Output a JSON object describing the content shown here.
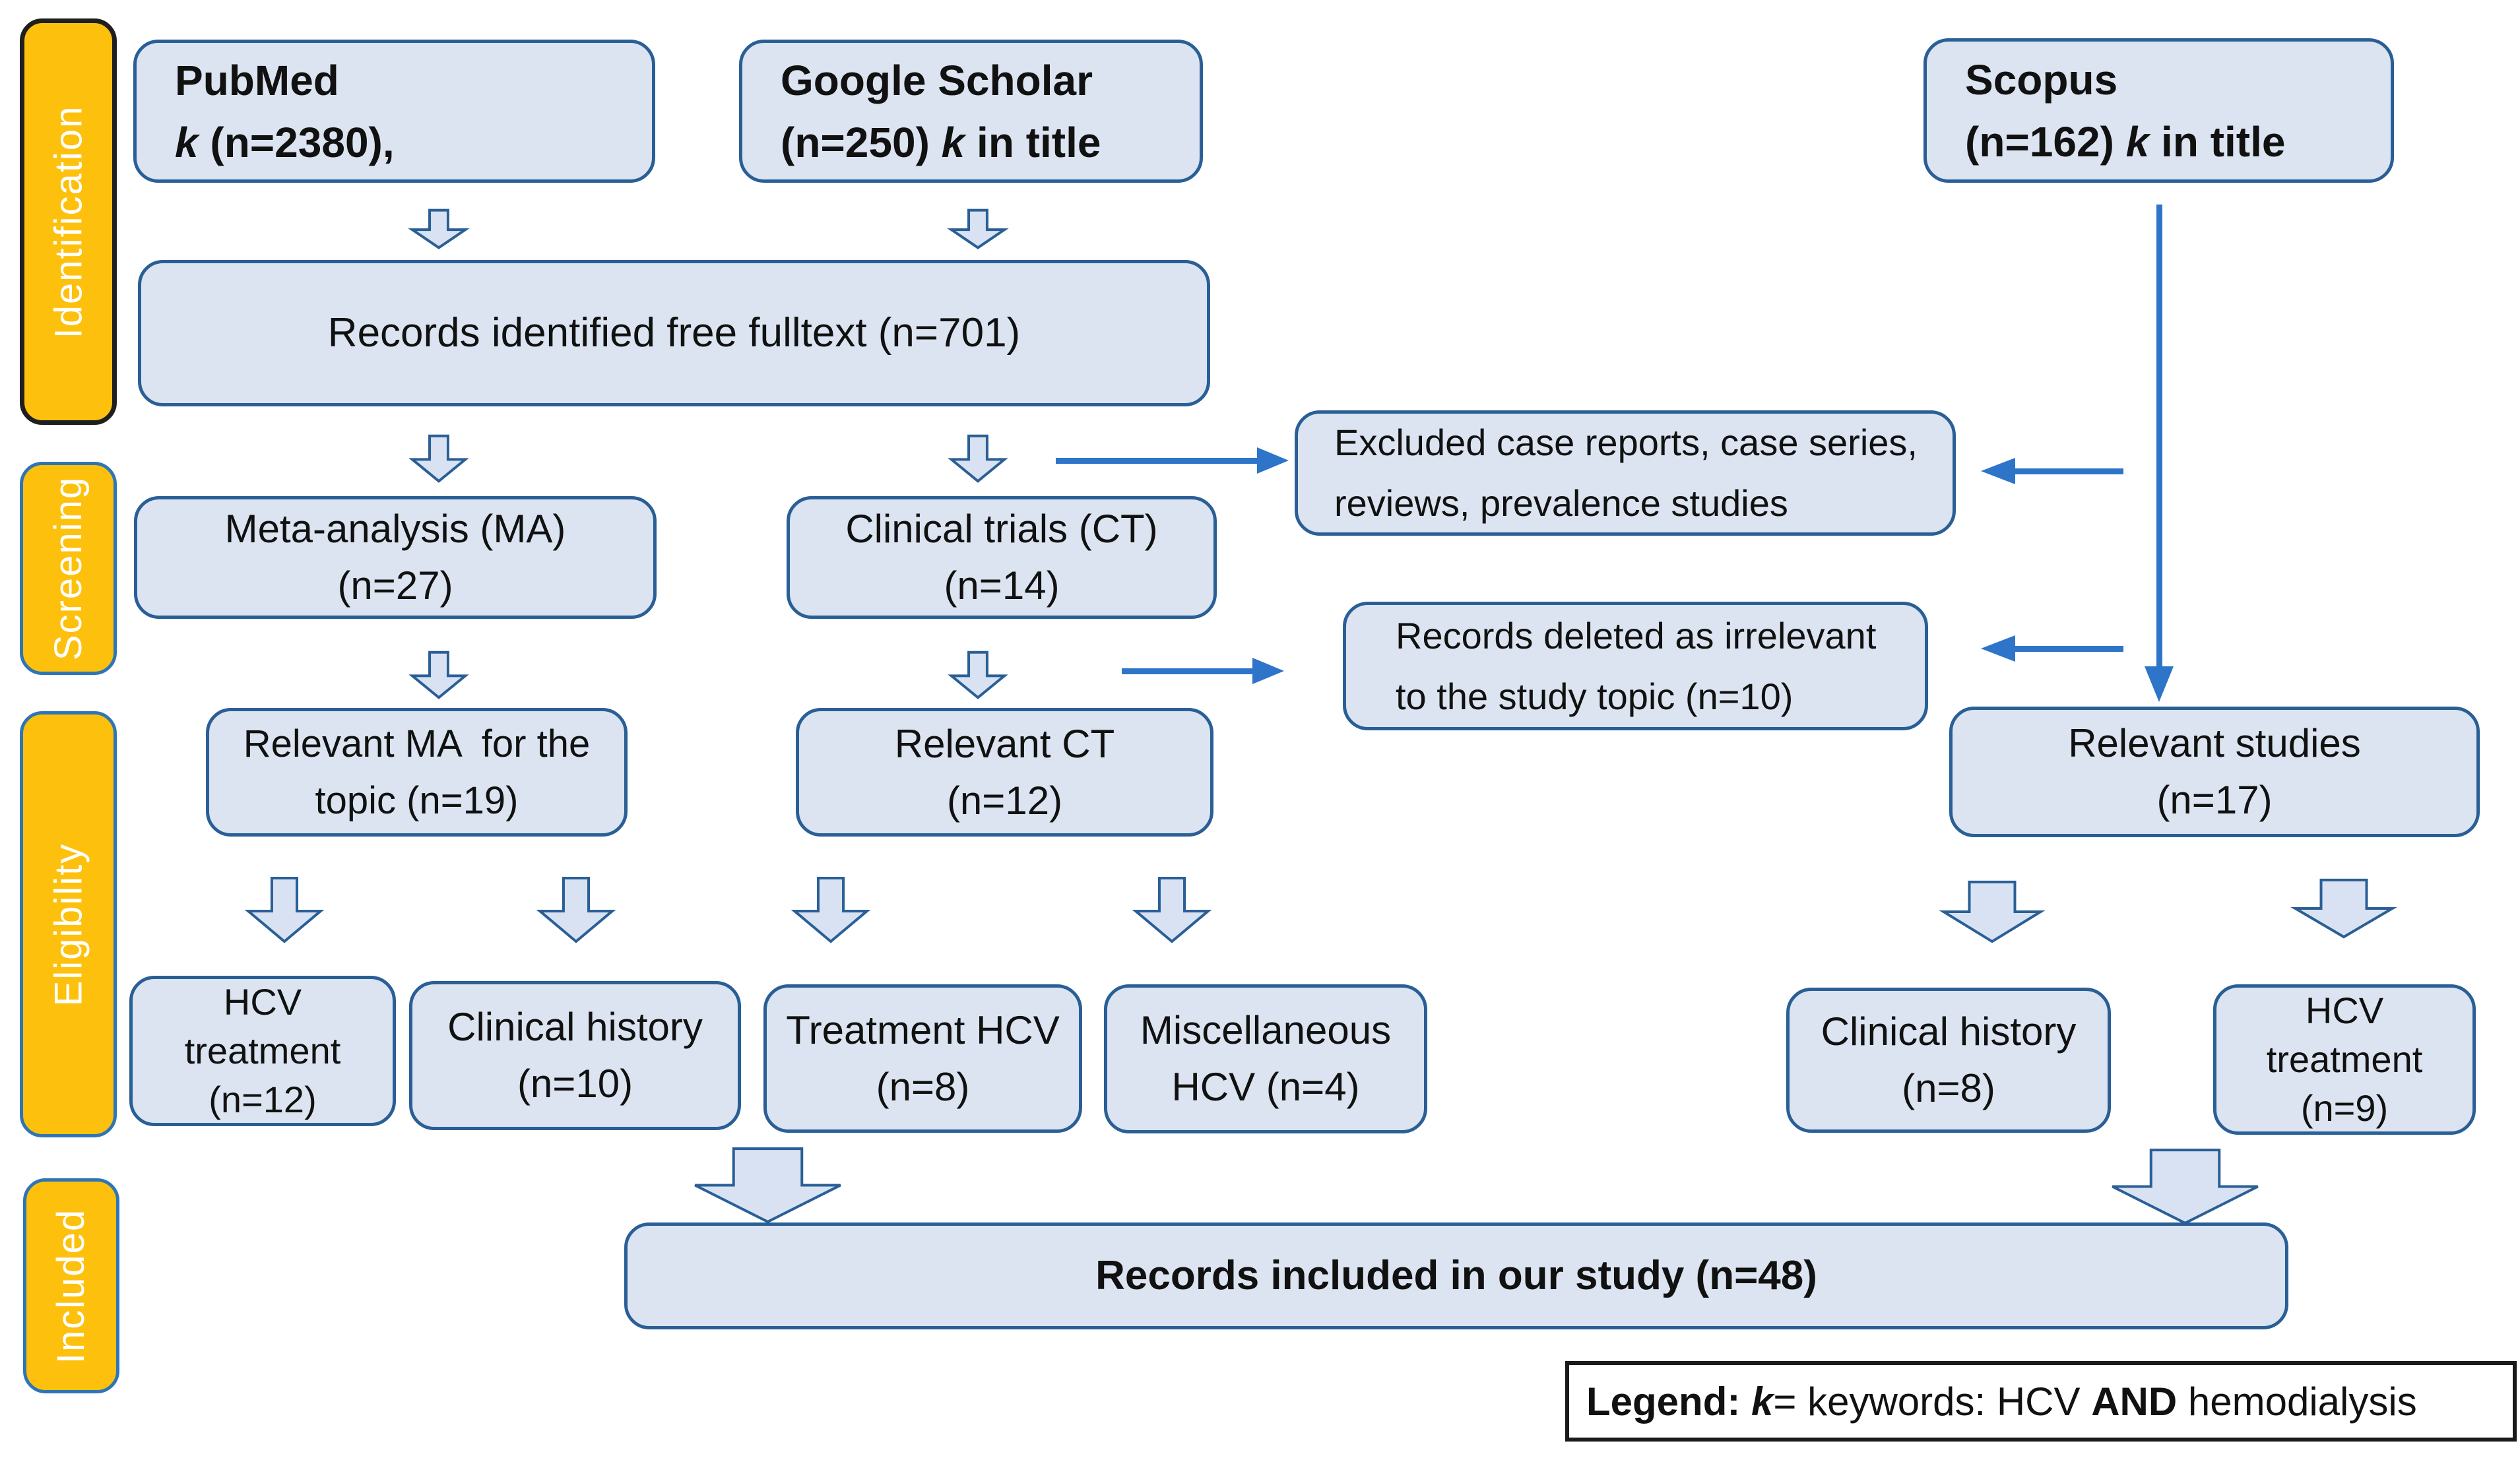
{
  "theme": {
    "box_fill": "#dbe4f0",
    "box_border": "#2a5f96",
    "arrow_fill": "#d9e2f2",
    "line_arrow": "#2e74c9",
    "sidebar_fill": "#fdc10d",
    "sidebar_border": "#2e75b6",
    "identification_border": "#1f1f1f",
    "text": "#111111",
    "legend_border": "#1a1a1a",
    "page_bg": "#ffffff"
  },
  "sidebar": {
    "stages": [
      {
        "id": "identification",
        "label": "Identification"
      },
      {
        "id": "screening",
        "label": "Screening"
      },
      {
        "id": "eligibility",
        "label": "Eligibility"
      },
      {
        "id": "included",
        "label": "Included"
      }
    ]
  },
  "sources": {
    "pubmed": {
      "name": "PubMed",
      "k": "k",
      "count": " (n=2380),"
    },
    "google_scholar": {
      "name": "Google Scholar",
      "pre": "(n=250) ",
      "k": "k",
      "post": " in title"
    },
    "scopus": {
      "name": "Scopus",
      "pre": "(n=162) ",
      "k": "k",
      "post": " in title"
    }
  },
  "boxes": {
    "records_identified": {
      "lines": [
        "Records identified free fulltext (n=701)"
      ]
    },
    "meta_analysis": {
      "lines": [
        "Meta-analysis (MA)",
        "(n=27)"
      ]
    },
    "clinical_trials": {
      "lines": [
        "Clinical trials (CT)",
        "(n=14)"
      ]
    },
    "excluded": {
      "lines": [
        "Excluded case reports, case series,",
        "reviews, prevalence studies"
      ]
    },
    "records_deleted": {
      "lines": [
        "Records deleted as irrelevant",
        "to the study topic (n=10)"
      ]
    },
    "relevant_ma": {
      "lines": [
        "Relevant MA  for the",
        "topic (n=19)"
      ]
    },
    "relevant_ct": {
      "lines": [
        "Relevant CT",
        "(n=12)"
      ]
    },
    "relevant_studies": {
      "lines": [
        "Relevant studies",
        "(n=17)"
      ]
    },
    "hcv_treatment_left": {
      "lines": [
        "HCV",
        "treatment",
        "(n=12)"
      ]
    },
    "clinical_history_left": {
      "lines": [
        "Clinical history",
        "(n=10)"
      ]
    },
    "treatment_hcv": {
      "lines": [
        "Treatment HCV",
        "(n=8)"
      ]
    },
    "miscellaneous_hcv": {
      "lines": [
        "Miscellaneous",
        "HCV (n=4)"
      ]
    },
    "clinical_history_right": {
      "lines": [
        "Clinical history",
        "(n=8)"
      ]
    },
    "hcv_treatment_right": {
      "lines": [
        "HCV",
        "treatment",
        "(n=9)"
      ]
    },
    "records_included": {
      "lines": [
        "Records included in our study (n=48)"
      ]
    }
  },
  "legend": {
    "title": "Legend: ",
    "k": "k",
    "eq": "= keywords: HCV ",
    "and": "AND",
    "tail": " hemodialysis"
  }
}
